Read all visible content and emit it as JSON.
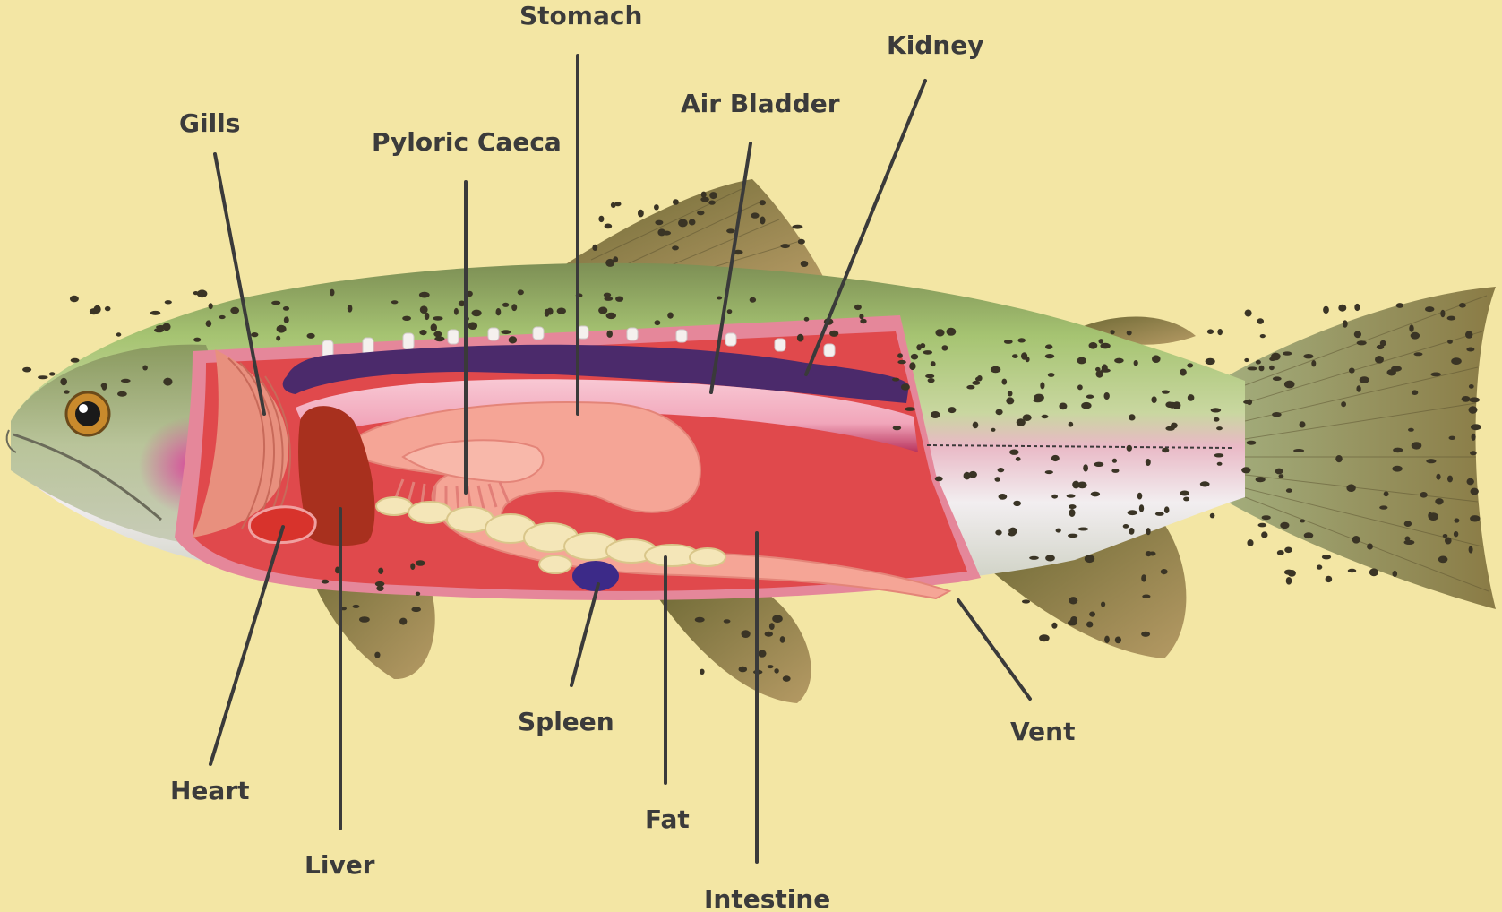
{
  "colors": {
    "background": "#f3e6a4",
    "label_text": "#3b3b3b",
    "leader_line": "#3a3a3a",
    "body_cavity": "#e0494c",
    "kidney": "#4b2a6b",
    "air_bladder": "#f2a9bd",
    "stomach": "#f5a596",
    "liver": "#a8301e",
    "fat": "#f4e6b8",
    "spleen": "#3c2a88",
    "back_green": "#8fb463",
    "fin_olive": "#8a7a45"
  },
  "labels": {
    "gills": "Gills",
    "pyloric_caeca": "Pyloric Caeca",
    "stomach": "Stomach",
    "air_bladder": "Air Bladder",
    "kidney": "Kidney",
    "heart": "Heart",
    "liver": "Liver",
    "spleen": "Spleen",
    "fat": "Fat",
    "intestine": "Intestine",
    "vent": "Vent"
  }
}
